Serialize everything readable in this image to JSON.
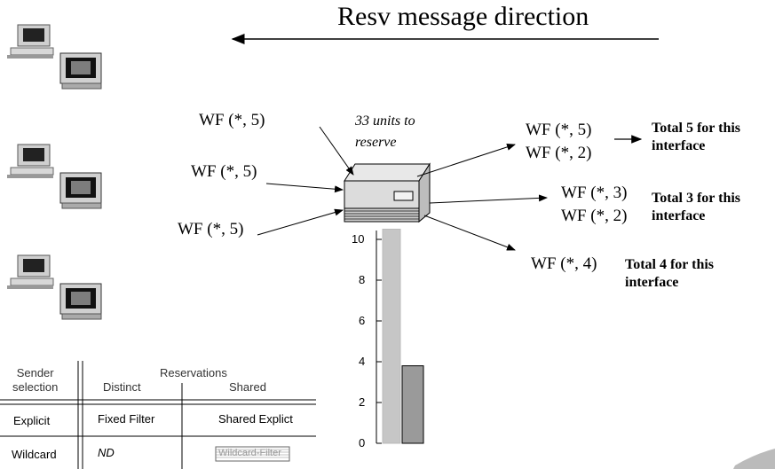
{
  "title": "Resv message direction",
  "units_note_line1": "33 units to",
  "units_note_line2": "reserve",
  "incoming": [
    "WF (*, 5)",
    "WF (*, 5)",
    "WF (*, 5)"
  ],
  "outgoing": [
    {
      "lines": [
        "WF (*, 5)",
        "WF (*, 2)"
      ],
      "total_line1": "Total 5 for this",
      "total_line2": "interface"
    },
    {
      "lines": [
        "WF (*, 3)",
        "WF (*, 2)"
      ],
      "total_line1": "Total 3 for this",
      "total_line2": "interface"
    },
    {
      "lines": [
        "WF (*, 4)"
      ],
      "total_line1": "Total 4 for this",
      "total_line2": "interface"
    }
  ],
  "bar_axis_ticks": [
    "10",
    "8",
    "6",
    "4",
    "2",
    "0"
  ],
  "bar_levels": {
    "tall_bar": 10.5,
    "short_bar": 3.8
  },
  "table": {
    "header_sender_line1": "Sender",
    "header_sender_line2": "selection",
    "header_reservations": "Reservations",
    "header_distinct": "Distinct",
    "header_shared": "Shared",
    "row_explicit_label": "Explicit",
    "row_explicit_distinct": "Fixed Filter",
    "row_explicit_shared": "Shared Explict",
    "row_wildcard_label": "Wildcard",
    "row_wildcard_distinct": "ND",
    "row_wildcard_shared": "Wildcard-Filter"
  }
}
